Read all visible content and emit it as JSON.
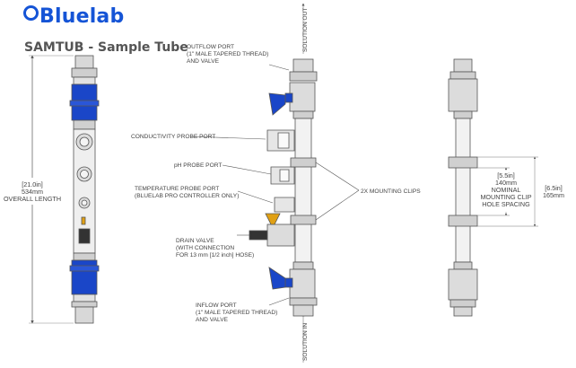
{
  "brand": {
    "logo_text": "Bluelab"
  },
  "title": "SAMTUB - Sample Tube",
  "colors": {
    "accent_blue": "#1a46c8",
    "metal": "#cfcfcf",
    "outline": "#555555",
    "brass": "#e0a014"
  },
  "labels": {
    "outflow_port": [
      "OUTFLOW PORT",
      "(1\" MALE TAPERED THREAD)",
      "AND VALVE"
    ],
    "conductivity_port": "CONDUCTIVITY PROBE PORT",
    "ph_port": "pH PROBE PORT",
    "temperature_port": [
      "TEMPERATURE PROBE PORT",
      "(BLUELAB PRO CONTROLLER ONLY)"
    ],
    "drain_valve": [
      "DRAIN VALVE",
      "(WITH CONNECTION",
      "FOR 13 mm [1/2 inch] HOSE)"
    ],
    "inflow_port": [
      "INFLOW PORT",
      "(1\" MALE TAPERED THREAD)",
      "AND VALVE"
    ],
    "mounting_clips": "2X MOUNTING CLIPS",
    "solution_out": "SOLUTION OUT",
    "solution_in": "SOLUTION IN"
  },
  "dimensions": {
    "overall": [
      "[21.0in]",
      "534mm",
      "OVERALL LENGTH"
    ],
    "clip_spacing": [
      "[5.5in]",
      "140mm",
      "NOMINAL",
      "MOUNTING CLIP",
      "HOLE SPACING"
    ],
    "clip_outer": [
      "[6.5in]",
      "165mm"
    ]
  }
}
